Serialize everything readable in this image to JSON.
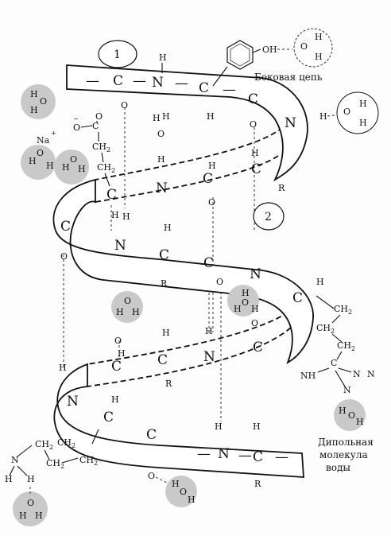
{
  "labels": {
    "marker_1": "1",
    "marker_2": "2",
    "side_chain": "Боковая цепь",
    "dipole_line1": "Дипольная",
    "dipole_line2": "молекула",
    "dipole_line3": "воды"
  },
  "atoms": {
    "C": "C",
    "N": "N",
    "H": "H",
    "O": "O",
    "R": "R",
    "OH": "OH",
    "CH2": "CH",
    "sub2": "2",
    "Na": "Na",
    "plus": "+",
    "minus": "−",
    "NH": "NH",
    "NN": "N",
    "dash": "—"
  },
  "colors": {
    "water_fill": "#c9c9c9",
    "ink": "#111111"
  }
}
